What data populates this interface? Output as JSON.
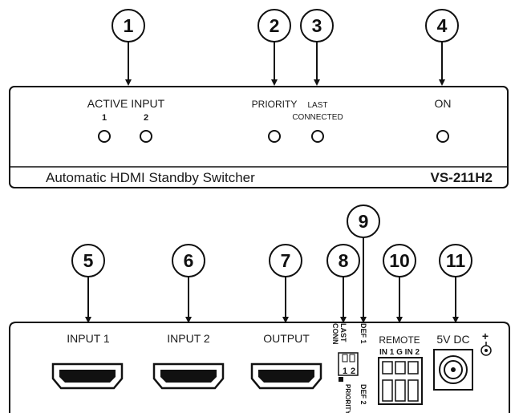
{
  "callouts": [
    {
      "n": "1"
    },
    {
      "n": "2"
    },
    {
      "n": "3"
    },
    {
      "n": "4"
    },
    {
      "n": "5"
    },
    {
      "n": "6"
    },
    {
      "n": "7"
    },
    {
      "n": "8"
    },
    {
      "n": "9"
    },
    {
      "n": "10"
    },
    {
      "n": "11"
    }
  ],
  "front_panel": {
    "active_input_label": "ACTIVE INPUT",
    "input_1": "1",
    "input_2": "2",
    "priority_label": "PRIORITY",
    "last_label": "LAST",
    "connected_label": "CONNECTED",
    "on_label": "ON",
    "product_name": "Automatic HDMI Standby Switcher",
    "model": "VS-211H2"
  },
  "rear_panel": {
    "input_1_label": "INPUT 1",
    "input_2_label": "INPUT 2",
    "output_label": "OUTPUT",
    "dip_last": "LAST",
    "dip_conn": "CONN",
    "dip_def1": "DEF 1",
    "dip_def2": "DEF 2",
    "dip_priority": "PRIORITY",
    "dip_sw1": "1",
    "dip_sw2": "2",
    "remote_label": "REMOTE",
    "remote_pins": "IN 1 G IN 2",
    "power_label": "5V DC",
    "plus_sign": "+"
  }
}
